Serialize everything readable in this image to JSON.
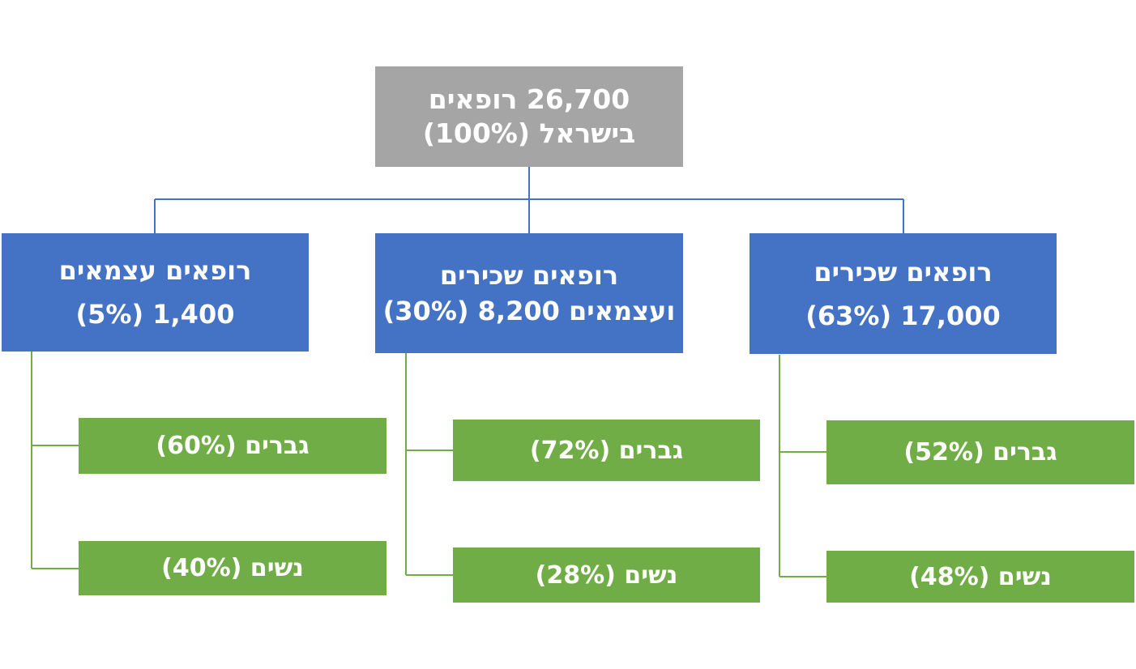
{
  "root": {
    "line1": "26,700 רופאים",
    "line2": "בישראל (100%)"
  },
  "categories": [
    {
      "id": "salaried",
      "line1": "רופאים שכירים",
      "line2": "17,000 (63%)",
      "children": [
        {
          "label": "גברים (52%)"
        },
        {
          "label": "נשים (48%)"
        }
      ]
    },
    {
      "id": "mixed",
      "line1": "רופאים שכירים",
      "line2": "ועצמאים 8,200 (30%)",
      "children": [
        {
          "label": "גברים (72%)"
        },
        {
          "label": "נשים (28%)"
        }
      ]
    },
    {
      "id": "independent",
      "line1": "רופאים עצמאים",
      "line2": "1,400 (5%)",
      "children": [
        {
          "label": "גברים (60%)"
        },
        {
          "label": "נשים (40%)"
        }
      ]
    }
  ],
  "colors": {
    "root": "#a5a5a5",
    "category": "#4472c4",
    "leaf": "#70ad47",
    "category_connector": "#4472c4",
    "leaf_connector": "#70ad47"
  }
}
